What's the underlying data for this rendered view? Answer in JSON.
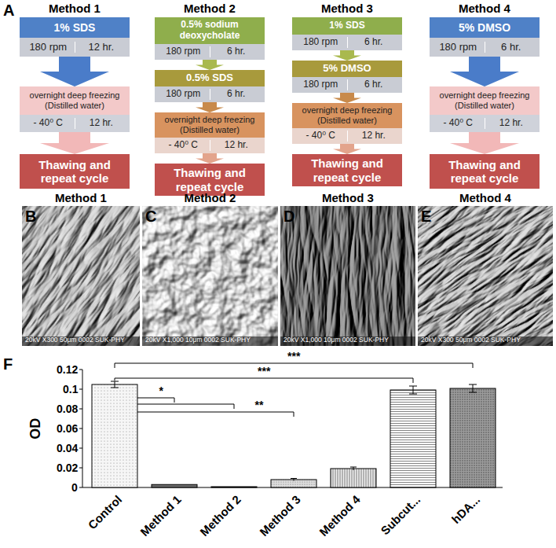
{
  "diagram": {
    "nodes": [
      {
        "text": [
          "1% SDS"
        ]
      },
      {
        "text": [
          "180 rpm",
          "12 hr."
        ]
      },
      {
        "text": [
          "overnight deep freezing",
          "(Distilled water)"
        ]
      },
      {
        "text": [
          "- 40⁰ C",
          "12 hr."
        ]
      },
      {
        "text": [
          "Thawing and repeat cycle"
        ]
      },
      {
        "text": [
          "0.5% sodium deoxycholate"
        ]
      },
      {
        "text": [
          "180 rpm",
          "6 hr."
        ]
      },
      {
        "text": [
          "0.5% SDS"
        ]
      },
      {
        "text": [
          "180 rpm",
          "6 hr."
        ]
      },
      {
        "text": [
          "overnight deep freezing",
          "(Distilled water)"
        ]
      },
      {
        "text": [
          "- 40⁰ C",
          "12 hr."
        ]
      },
      {
        "text": [
          "Thawing and repeat cycle"
        ]
      },
      {
        "text": [
          "1% SDS"
        ]
      },
      {
        "text": [
          "180 rpm",
          "6 hr."
        ]
      },
      {
        "text": [
          "5% DMSO"
        ]
      },
      {
        "text": [
          "180 rpm",
          "6 hr."
        ]
      },
      {
        "text": [
          "overnight deep freezing",
          "(Distilled water)"
        ]
      },
      {
        "text": [
          "- 40⁰ C",
          "12 hr."
        ]
      },
      {
        "text": [
          "Thawing and repeat cycle"
        ]
      },
      {
        "text": [
          "5% DMSO"
        ]
      },
      {
        "text": [
          "180 rpm",
          "6 hr."
        ]
      },
      {
        "text": [
          "overnight deep freezing",
          "(Distilled water)"
        ]
      },
      {
        "text": [
          "- 40⁰ C",
          "12 hr."
        ]
      },
      {
        "text": [
          "Thawing and repeat cycle"
        ]
      }
    ],
    "edges": [
      {
        "from": 1,
        "to": 2,
        "arrow": "to"
      },
      {
        "from": 3,
        "to": 4,
        "arrow": "to"
      },
      {
        "from": 6,
        "to": 7,
        "arrow": "to"
      },
      {
        "from": 8,
        "to": 9,
        "arrow": "to"
      },
      {
        "from": 10,
        "to": 11,
        "arrow": "to"
      },
      {
        "from": 13,
        "to": 14,
        "arrow": "to"
      },
      {
        "from": 15,
        "to": 16,
        "arrow": "to"
      },
      {
        "from": 17,
        "to": 18,
        "arrow": "to"
      },
      {
        "from": 20,
        "to": 21,
        "arrow": "to"
      },
      {
        "from": 22,
        "to": 23,
        "arrow": "to"
      }
    ],
    "labels": [
      "A",
      "Method 1",
      "Method 2",
      "Method 3",
      "Method 4",
      "Method 1",
      "Method 2",
      "Method 3",
      "Method 4",
      "B",
      "C",
      "D",
      "E",
      "20kV X300 50μm 0002 SUK-PHY",
      "20kV X1,000 10μm 0002 SUK-PHY",
      "20kV X1,000 10μm 0002 SUK-PHY",
      "20kV X300 50μm 0002 SUK-PHY",
      "F",
      "OD",
      "0.12",
      "0.1",
      "0.08",
      "0.06",
      "0.04",
      "0.02",
      "0",
      "Control",
      "Method 1",
      "Method 2",
      "Method 3",
      "Method 4",
      "Subcut...",
      "hDA...",
      "***",
      "***",
      "**",
      "*"
    ]
  }
}
